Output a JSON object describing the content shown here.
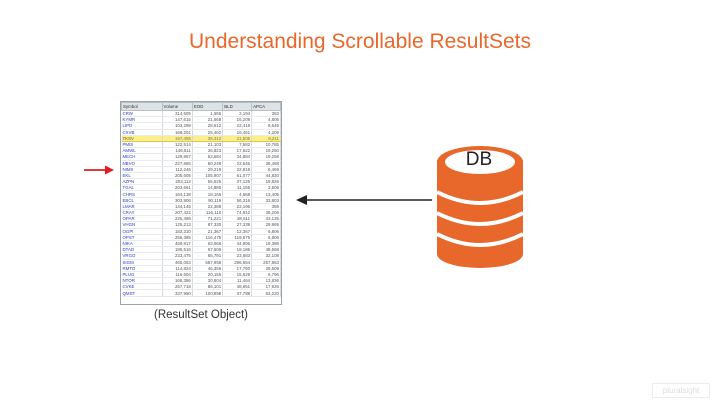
{
  "title": "Understanding Scrollable ResultSets",
  "caption": "(ResultSet Object)",
  "db_label": "DB",
  "watermark": "pluralsight",
  "colors": {
    "accent": "#e8672b",
    "selection": "#fbef8a",
    "pointer_arrow": "#e11b22"
  },
  "icons": {
    "database": "database-icon",
    "pointer": "red-arrow-icon",
    "flow": "left-arrow-icon"
  },
  "table": {
    "headers": [
      "Symbol",
      "Volume",
      "EOD",
      "BLD",
      "APCA"
    ],
    "selected_row": 4,
    "rows": [
      [
        "CRW",
        "314,605",
        "1,555",
        "2,194",
        "363"
      ],
      [
        "KYMR",
        "147,615",
        "21,568",
        "16,209",
        "4,806"
      ],
      [
        "LIPD",
        "103,299",
        "28,612",
        "22,418",
        "8,649"
      ],
      [
        "CXVB",
        "168,201",
        "25,462",
        "16,461",
        "4,209"
      ],
      [
        "TKSV",
        "197,456",
        "36,312",
        "21,506",
        "8,211"
      ],
      [
        "PMIS",
        "122,514",
        "21,103",
        "7,582",
        "10,785"
      ],
      [
        "AMWL",
        "148,511",
        "36,823",
        "17,622",
        "19,250"
      ],
      [
        "MECH",
        "129,867",
        "53,684",
        "34,884",
        "19,258"
      ],
      [
        "NBVO",
        "227,865",
        "60,248",
        "23,646",
        "36,468"
      ],
      [
        "NIMX",
        "112,246",
        "29,219",
        "22,818",
        "6,469"
      ],
      [
        "EKL",
        "205,605",
        "105,907",
        "61,077",
        "44,830"
      ],
      [
        "AZPN",
        "203,112",
        "55,525",
        "37,125",
        "18,826"
      ],
      [
        "TGAL",
        "203,661",
        "14,885",
        "11,155",
        "3,506"
      ],
      [
        "CHRS",
        "164,138",
        "18,165",
        "4,668",
        "13,405"
      ],
      [
        "EBCL",
        "303,906",
        "90,119",
        "56,316",
        "33,803"
      ],
      [
        "LMAR",
        "144,145",
        "22,388",
        "22,196",
        "389"
      ],
      [
        "CRAY",
        "207,422",
        "116,110",
        "74,912",
        "35,206"
      ],
      [
        "OPAR",
        "225,486",
        "71,221",
        "38,511",
        "43,135"
      ],
      [
        "VHGN",
        "125,213",
        "87,330",
        "27,339",
        "29,969"
      ],
      [
        "OGPI",
        "182,310",
        "21,367",
        "12,367",
        "6,806"
      ],
      [
        "OPST",
        "256,385",
        "116,475",
        "119,675",
        "6,806"
      ],
      [
        "NIKA",
        "469,817",
        "63,566",
        "44,906",
        "19,386"
      ],
      [
        "DTAD",
        "185,516",
        "67,606",
        "19,186",
        "48,568"
      ],
      [
        "VRGO",
        "233,475",
        "65,791",
        "23,683",
        "32,108"
      ],
      [
        "SIGM",
        "465,063",
        "557,958",
        "296,554",
        "257,863"
      ],
      [
        "RMTO",
        "114,824",
        "46,356",
        "17,760",
        "28,609"
      ],
      [
        "PLUG",
        "116,604",
        "20,155",
        "15,629",
        "6,796"
      ],
      [
        "NTOR",
        "168,386",
        "30,904",
        "11,464",
        "13,836"
      ],
      [
        "CVKE",
        "257,718",
        "86,101",
        "48,651",
        "17,926"
      ],
      [
        "QMST",
        "337,950",
        "100,958",
        "37,788",
        "63,220"
      ]
    ]
  }
}
